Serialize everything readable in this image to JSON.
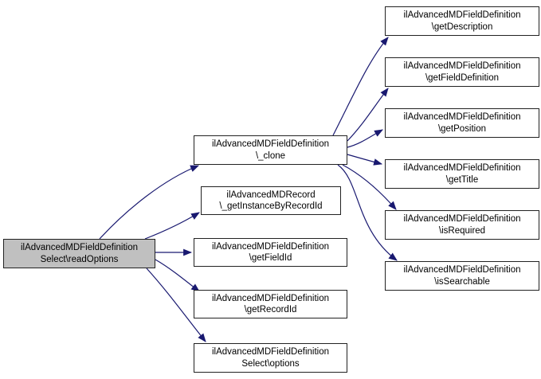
{
  "diagram": {
    "type": "call-graph",
    "background_color": "#ffffff",
    "edge_color": "#191970",
    "node_border_color": "#222222",
    "node_fill_color": "#ffffff",
    "highlight_fill_color": "#c0c0c0",
    "nodes": [
      {
        "id": "readOptions",
        "lines": [
          "ilAdvancedMDFieldDefinition",
          "Select\\readOptions"
        ],
        "highlighted": true
      },
      {
        "id": "clone",
        "lines": [
          "ilAdvancedMDFieldDefinition",
          "\\_clone"
        ],
        "highlighted": false
      },
      {
        "id": "getInstanceByRecordId",
        "lines": [
          "ilAdvancedMDRecord",
          "\\_getInstanceByRecordId"
        ],
        "highlighted": false
      },
      {
        "id": "getFieldId",
        "lines": [
          "ilAdvancedMDFieldDefinition",
          "\\getFieldId"
        ],
        "highlighted": false
      },
      {
        "id": "getRecordId",
        "lines": [
          "ilAdvancedMDFieldDefinition",
          "\\getRecordId"
        ],
        "highlighted": false
      },
      {
        "id": "options",
        "lines": [
          "ilAdvancedMDFieldDefinition",
          "Select\\options"
        ],
        "highlighted": false
      },
      {
        "id": "getDescription",
        "lines": [
          "ilAdvancedMDFieldDefinition",
          "\\getDescription"
        ],
        "highlighted": false
      },
      {
        "id": "getFieldDefinition",
        "lines": [
          "ilAdvancedMDFieldDefinition",
          "\\getFieldDefinition"
        ],
        "highlighted": false
      },
      {
        "id": "getPosition",
        "lines": [
          "ilAdvancedMDFieldDefinition",
          "\\getPosition"
        ],
        "highlighted": false
      },
      {
        "id": "getTitle",
        "lines": [
          "ilAdvancedMDFieldDefinition",
          "\\getTitle"
        ],
        "highlighted": false
      },
      {
        "id": "isRequired",
        "lines": [
          "ilAdvancedMDFieldDefinition",
          "\\isRequired"
        ],
        "highlighted": false
      },
      {
        "id": "isSearchable",
        "lines": [
          "ilAdvancedMDFieldDefinition",
          "\\isSearchable"
        ],
        "highlighted": false
      }
    ],
    "edges": [
      {
        "from": "readOptions",
        "to": "clone"
      },
      {
        "from": "readOptions",
        "to": "getInstanceByRecordId"
      },
      {
        "from": "readOptions",
        "to": "getFieldId"
      },
      {
        "from": "readOptions",
        "to": "getRecordId"
      },
      {
        "from": "readOptions",
        "to": "options"
      },
      {
        "from": "clone",
        "to": "getDescription"
      },
      {
        "from": "clone",
        "to": "getFieldDefinition"
      },
      {
        "from": "clone",
        "to": "getPosition"
      },
      {
        "from": "clone",
        "to": "getTitle"
      },
      {
        "from": "clone",
        "to": "isRequired"
      },
      {
        "from": "clone",
        "to": "isSearchable"
      }
    ]
  }
}
